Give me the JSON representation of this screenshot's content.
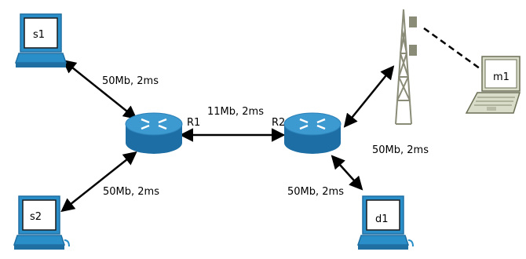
{
  "nodes": {
    "s1": "s1",
    "s2": "s2",
    "d1": "d1",
    "m1": "m1",
    "r1": "R1",
    "r2": "R2"
  },
  "links": {
    "s1_r1": "50Mb, 2ms",
    "s2_r1": "50Mb, 2ms",
    "r1_r2": "11Mb, 2ms",
    "r2_tower": "50Mb, 2ms",
    "r2_d1": "50Mb, 2ms"
  },
  "colors": {
    "computer_body": "#2a8fc8",
    "computer_frame": "#1f6fa3",
    "router_top": "#3c9ad0",
    "router_side": "#1d6ea4",
    "laptop": "#d9dcc8",
    "laptop_frame": "#6b6f55",
    "tower": "#8a8c78",
    "arrow": "#000000"
  },
  "icons": {
    "s1": "desktop-computer-icon",
    "s2": "desktop-computer-icon",
    "d1": "desktop-computer-icon",
    "m1": "laptop-icon",
    "r1": "router-icon",
    "r2": "router-icon",
    "tower": "wireless-tower-icon"
  }
}
